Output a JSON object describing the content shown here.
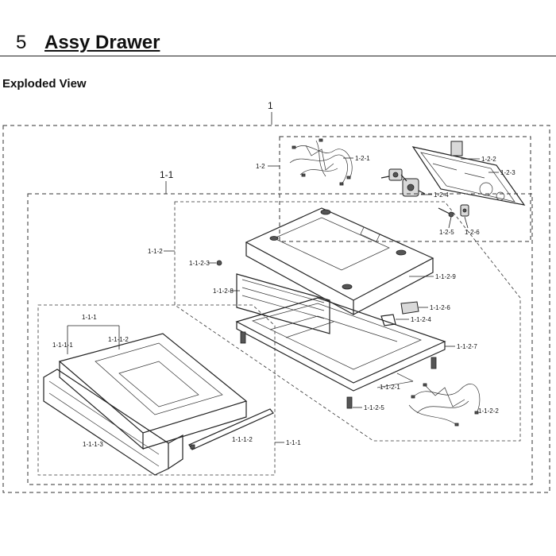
{
  "header": {
    "section_number": "5",
    "section_title": "Assy Drawer",
    "subtitle": "Exploded View"
  },
  "diagram": {
    "assembly_label": "1",
    "callouts": {
      "c_1_1": "1-1",
      "c_1_2": "1-2",
      "c_1_2_1": "1-2-1",
      "c_1_2_2": "1-2-2",
      "c_1_2_3": "1-2-3",
      "c_1_2_4": "1-2-4",
      "c_1_2_5": "1-2-5",
      "c_1_2_6": "1-2-6",
      "c_1_1_2": "1-1-2",
      "c_1_1_2_3": "1-1-2-3",
      "c_1_1_2_9": "1-1-2-9",
      "c_1_1_2_8": "1-1-2-8",
      "c_1_1_2_6": "1-1-2-6",
      "c_1_1_2_4": "1-1-2-4",
      "c_1_1_2_7": "1-1-2-7",
      "c_1_1_2_1": "1-1-2-1",
      "c_1_1_2_5": "1-1-2-5",
      "c_1_1_2_2": "1-1-2-2",
      "c_1_1_1": "1-1-1",
      "c_1_1_1_main": "1-1-1",
      "c_1_1_1_1": "1-1-1-1",
      "c_1_1_1_2": "1-1-1-2",
      "c_1_1_1_3": "1-1-1-3",
      "c_1_1_1_2b": "1-1-1-2"
    }
  }
}
